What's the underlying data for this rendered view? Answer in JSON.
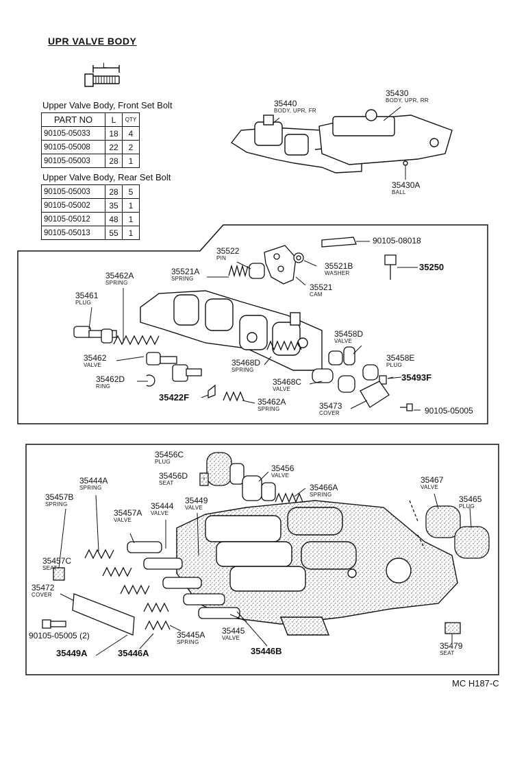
{
  "title": "UPR VALVE BODY",
  "bolt_dim_label": "L",
  "front_caption": "Upper Valve Body, Front Set Bolt",
  "rear_caption": "Upper Valve Body, Rear Set Bolt",
  "table_headers": {
    "part": "PART NO",
    "l": "L",
    "qty": "QTY"
  },
  "front_bolts": [
    {
      "part": "90105-05033",
      "l": "18",
      "qty": "4"
    },
    {
      "part": "90105-05008",
      "l": "22",
      "qty": "2"
    },
    {
      "part": "90105-05003",
      "l": "28",
      "qty": "1"
    }
  ],
  "rear_bolts": [
    {
      "part": "90105-05003",
      "l": "28",
      "qty": "5"
    },
    {
      "part": "90105-05002",
      "l": "35",
      "qty": "1"
    },
    {
      "part": "90105-05012",
      "l": "48",
      "qty": "1"
    },
    {
      "part": "90105-05013",
      "l": "55",
      "qty": "1"
    }
  ],
  "labels": {
    "p35440": {
      "num": "35440",
      "desc": "BODY, UPR, FR"
    },
    "p35430": {
      "num": "35430",
      "desc": "BODY, UPR, RR"
    },
    "p35430a": {
      "num": "35430A",
      "desc": "BALL"
    },
    "p90105_08018": "90105-08018",
    "p35522": {
      "num": "35522",
      "desc": "PIN"
    },
    "p35521a": {
      "num": "35521A",
      "desc": "SPRING"
    },
    "p35521b": {
      "num": "35521B",
      "desc": "WASHER"
    },
    "p35521": {
      "num": "35521",
      "desc": "CAM"
    },
    "p35250": "35250",
    "p35462a_top": {
      "num": "35462A",
      "desc": "SPRING"
    },
    "p35461": {
      "num": "35461",
      "desc": "PLUG"
    },
    "p35458d": {
      "num": "35458D",
      "desc": "VALVE"
    },
    "p35468d": {
      "num": "35468D",
      "desc": "SPRING"
    },
    "p35458e": {
      "num": "35458E",
      "desc": "PLUG"
    },
    "p35493f": "35493F",
    "p35462": {
      "num": "35462",
      "desc": "VALVE"
    },
    "p35468c": {
      "num": "35468C",
      "desc": "VALVE"
    },
    "p35462d": {
      "num": "35462D",
      "desc": "RING"
    },
    "p35422f": "35422F",
    "p35462a_bot": {
      "num": "35462A",
      "desc": "SPRING"
    },
    "p35473": {
      "num": "35473",
      "desc": "COVER"
    },
    "p90105_05005a": "90105-05005",
    "p35456c": {
      "num": "35456C",
      "desc": "PLUG"
    },
    "p35456": {
      "num": "35456",
      "desc": "VALVE"
    },
    "p35456d": {
      "num": "35456D",
      "desc": "SEAT"
    },
    "p35466a": {
      "num": "35466A",
      "desc": "SPRING"
    },
    "p35467": {
      "num": "35467",
      "desc": "VALVE"
    },
    "p35465": {
      "num": "35465",
      "desc": "PLUG"
    },
    "p35444a": {
      "num": "35444A",
      "desc": "SPRING"
    },
    "p35457b": {
      "num": "35457B",
      "desc": "SPRING"
    },
    "p35449": {
      "num": "35449",
      "desc": "VALVE"
    },
    "p35444": {
      "num": "35444",
      "desc": "VALVE"
    },
    "p35457a": {
      "num": "35457A",
      "desc": "VALVE"
    },
    "p35457c": {
      "num": "35457C",
      "desc": "SEAT"
    },
    "p35472": {
      "num": "35472",
      "desc": "COVER"
    },
    "p90105_05005b": "90105-05005 (2)",
    "p35445": {
      "num": "35445",
      "desc": "VALVE"
    },
    "p35445a": {
      "num": "35445A",
      "desc": "SPRING"
    },
    "p35449a": "35449A",
    "p35446a": "35446A",
    "p35446b": "35446B",
    "p35479": {
      "num": "35479",
      "desc": "SEAT"
    }
  },
  "footer_code": "MC  H187-C"
}
